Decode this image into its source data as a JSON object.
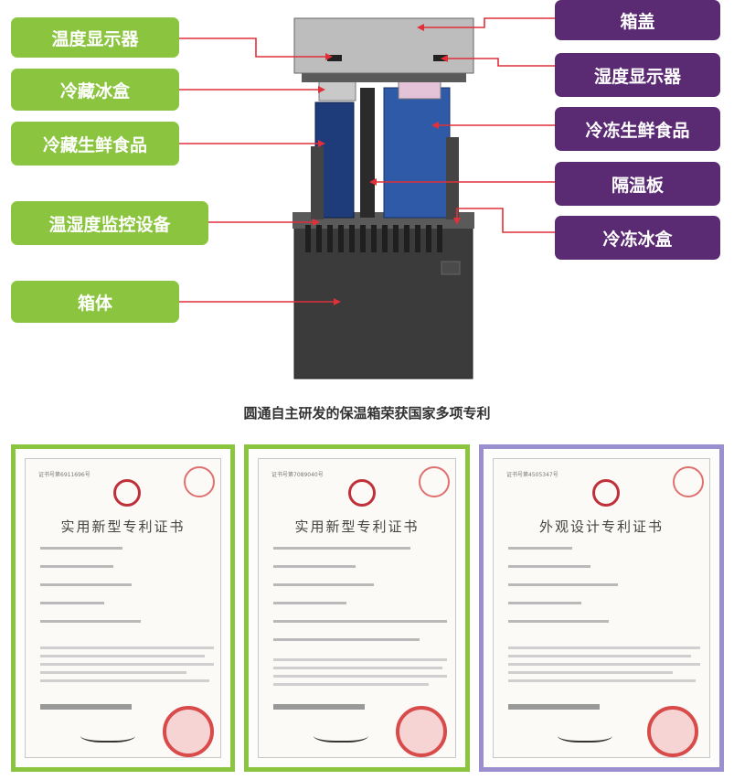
{
  "labels_left": [
    {
      "text": "温度显示器"
    },
    {
      "text": "冷藏冰盒"
    },
    {
      "text": "冷藏生鲜食品"
    },
    {
      "text": "温湿度监控设备"
    },
    {
      "text": "箱体"
    }
  ],
  "labels_right": [
    {
      "text": "箱盖"
    },
    {
      "text": "湿度显示器"
    },
    {
      "text": "冷冻生鲜食品"
    },
    {
      "text": "隔温板"
    },
    {
      "text": "冷冻冰盒"
    }
  ],
  "caption": "圆通自主研发的保温箱荣获国家多项专利",
  "certificates": [
    {
      "title": "实用新型专利证书",
      "number": "证书号第6911696号",
      "border_color": "#8bc53f"
    },
    {
      "title": "实用新型专利证书",
      "number": "证书号第7089040号",
      "border_color": "#8bc53f"
    },
    {
      "title": "外观设计专利证书",
      "number": "证书号第4505347号",
      "border_color": "#9b8fd0"
    }
  ],
  "colors": {
    "green": "#8bc53f",
    "purple": "#5a2a73",
    "arrow": "#e0303a",
    "frozen_box": "#2f5aa8",
    "fresh_box": "#1e3c7a"
  }
}
